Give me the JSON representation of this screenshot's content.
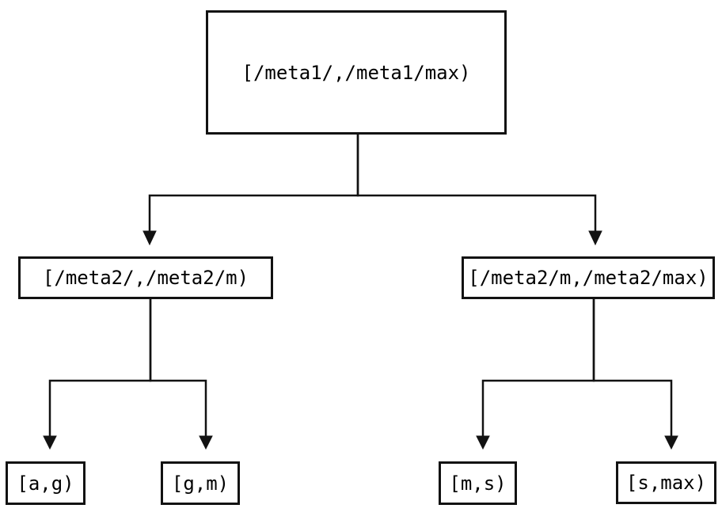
{
  "diagram": {
    "type": "binary-interval-tree",
    "nodes": {
      "root": {
        "label": "[/meta1/,/meta1/max)"
      },
      "left": {
        "label": "[/meta2/,/meta2/m)"
      },
      "right": {
        "label": "[/meta2/m,/meta2/max)"
      },
      "left_left": {
        "label": "[a,g)"
      },
      "left_right": {
        "label": "[g,m)"
      },
      "right_left": {
        "label": "[m,s)"
      },
      "right_right": {
        "label": "[s,max)"
      }
    },
    "edges": [
      {
        "from": "root",
        "to": "left",
        "arrow": "filled-triangle-down"
      },
      {
        "from": "root",
        "to": "right",
        "arrow": "filled-triangle-down"
      },
      {
        "from": "left",
        "to": "left_left",
        "arrow": "filled-triangle-down"
      },
      {
        "from": "left",
        "to": "left_right",
        "arrow": "filled-triangle-down"
      },
      {
        "from": "right",
        "to": "right_left",
        "arrow": "filled-triangle-down"
      },
      {
        "from": "right",
        "to": "right_right",
        "arrow": "filled-triangle-down"
      }
    ],
    "colors": {
      "background": "#ffffff",
      "line": "#121212",
      "node_border": "#121212",
      "node_fill": "#ffffff",
      "text": "#000000"
    }
  }
}
